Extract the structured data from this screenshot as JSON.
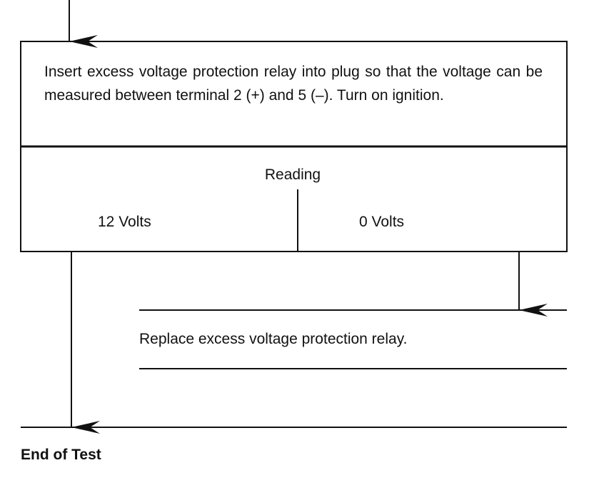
{
  "diagram": {
    "instruction_box": {
      "text": "Insert excess voltage protection relay into plug so that the voltage can be measured between terminal 2 (+) and 5 (–). Turn on ignition."
    },
    "decision": {
      "label": "Reading",
      "left_result": "12 Volts",
      "right_result": "0 Volts"
    },
    "action": {
      "text": "Replace excess voltage protection relay."
    },
    "end": {
      "text": "End of Test"
    }
  }
}
